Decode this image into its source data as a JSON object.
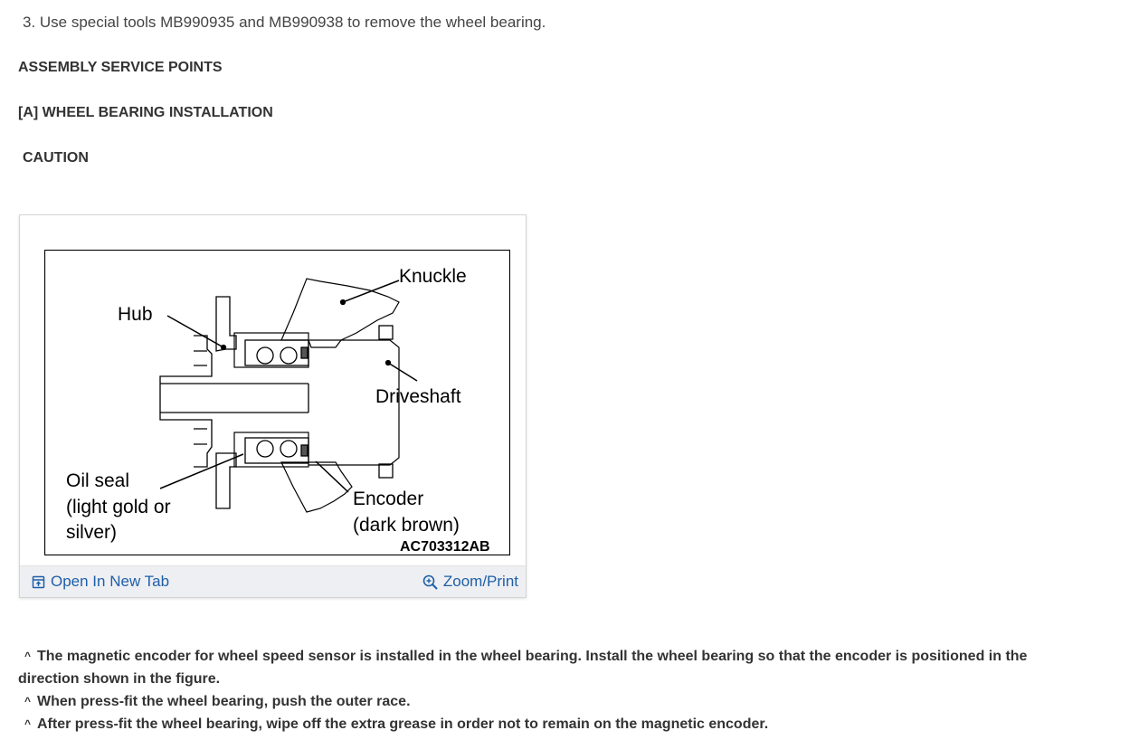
{
  "step": {
    "text": "3. Use special tools MB990935 and MB990938 to remove the wheel bearing."
  },
  "headings": {
    "assembly": "ASSEMBLY SERVICE POINTS",
    "installation": "[A] WHEEL BEARING INSTALLATION",
    "caution": "CAUTION"
  },
  "figure": {
    "labels": {
      "knuckle": "Knuckle",
      "hub": "Hub",
      "driveshaft": "Driveshaft",
      "oil_seal_1": "Oil seal",
      "oil_seal_2": "(light gold or",
      "oil_seal_3": "silver)",
      "encoder_1": "Encoder",
      "encoder_2": "(dark brown)",
      "code": "AC703312AB"
    },
    "footer": {
      "open_label": "Open In New Tab",
      "open_icon": "open-new-tab-icon",
      "zoom_label": "Zoom/Print",
      "zoom_icon": "zoom-in-icon"
    }
  },
  "notes": [
    {
      "bullet": "^",
      "text": "The magnetic encoder for wheel speed sensor is installed in the wheel bearing. Install the wheel bearing so that the encoder is positioned in the",
      "continuation": "direction shown in the figure."
    },
    {
      "bullet": "^",
      "text": "When press-fit the wheel bearing, push the outer race."
    },
    {
      "bullet": "^",
      "text": "After press-fit the wheel bearing, wipe off the extra grease in order not to remain on the magnetic encoder."
    }
  ],
  "colors": {
    "link": "#1e5fa8",
    "footer_bg": "#eeeff2",
    "text": "#333333"
  }
}
